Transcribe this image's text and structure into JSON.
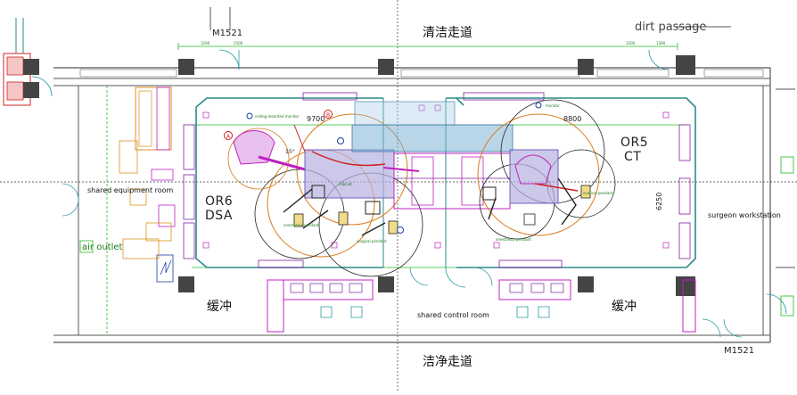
{
  "corridors": {
    "clean_cn": "清洁走道",
    "clean2_cn": "洁净走道",
    "dirt_en": "dirt passage"
  },
  "rooms": {
    "or6_line1": "OR6",
    "or6_line2": "DSA",
    "or5_line1": "OR5",
    "or5_line2": "CT",
    "buffer_left": "缓冲",
    "buffer_right": "缓冲",
    "shared_equipment": "shared equipment room",
    "shared_control": "shared control room",
    "surgeon_workstation": "surgeon workstation",
    "air_outlet": "air outlet"
  },
  "doors": {
    "top_left": "M1521",
    "bottom_right": "M1521"
  },
  "dimensions": {
    "or6_width": "9700",
    "or5_width": "8800",
    "or5_depth": "6250",
    "angle": "15°"
  },
  "markers": {
    "a": "A",
    "b": "B"
  },
  "colors": {
    "wall": "#555555",
    "room_wall": "#2a8a8a",
    "furniture": "#d9921c",
    "equipment": "#c020c0",
    "guide_line": "#22bb22",
    "blue_zone": "#7fb3d6",
    "purple_table": "#8878c8",
    "radius_circle": "#222222",
    "orange_circle": "#d97a1c",
    "red_accent": "#d02020"
  }
}
